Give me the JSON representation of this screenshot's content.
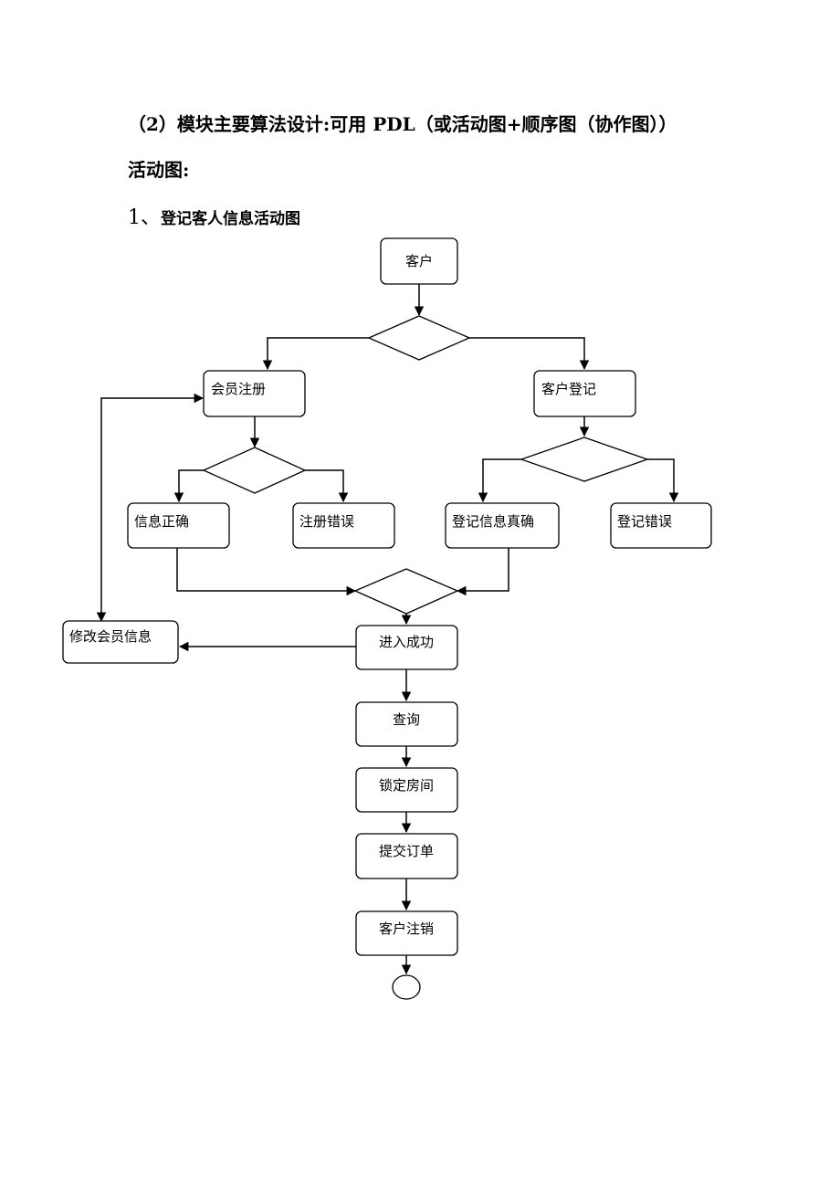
{
  "document": {
    "heading": "（2）模块主要算法设计:可用 PDL（或活动图+顺序图（协作图））",
    "subheading": "活动图:",
    "section_number": "1、",
    "section_title": "登记客人信息活动图"
  },
  "diagram": {
    "nodes": {
      "customer": "客户",
      "member_register": "会员注册",
      "customer_checkin": "客户登记",
      "info_correct": "信息正确",
      "register_error": "注册错误",
      "checkin_info_correct": "登记信息真确",
      "checkin_error": "登记错误",
      "modify_member_info": "修改会员信息",
      "enter_success": "进入成功",
      "query": "查询",
      "lock_room": "锁定房间",
      "submit_order": "提交订单",
      "customer_logout": "客户注销"
    }
  }
}
